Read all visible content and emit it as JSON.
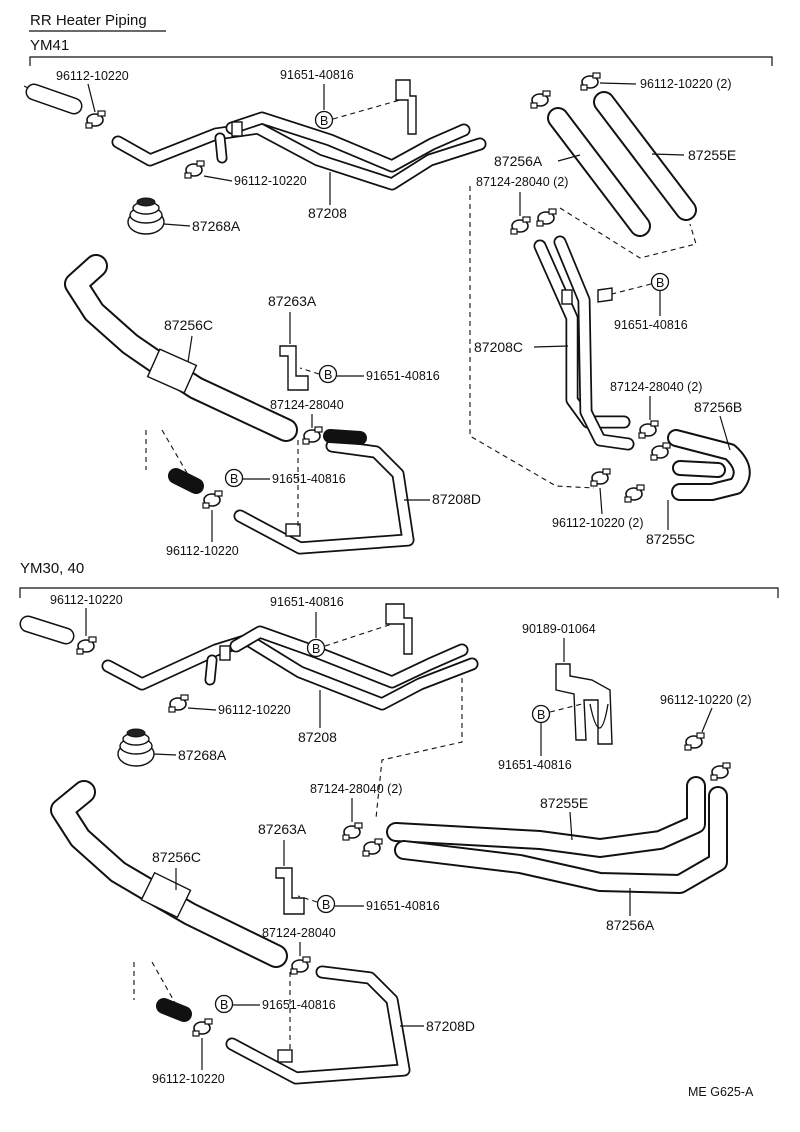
{
  "header": {
    "title": "RR Heater Piping",
    "section_top": "YM41",
    "section_bottom": "YM30, 40"
  },
  "footer": {
    "ref": "ME  G625-A"
  },
  "bolt_letter": "B",
  "top": {
    "labels": {
      "clamp_a": "96112-10220",
      "bolt_a": "91651-40816",
      "clamp_b": "96112-10220 (2)",
      "clamp_c": "96112-10220",
      "pipe_87208": "87208",
      "hose_87256A": "87256A",
      "hose_87255E": "87255E",
      "clamp_87124_2a": "87124-28040 (2)",
      "grommet": "87268A",
      "bracket": "87263A",
      "bolt_b": "91651-40816",
      "hose_87256C": "87256C",
      "clamp_87124": "87124-28040",
      "bolt_c": "91651-40816",
      "pipe_87208D": "87208D",
      "clamp_d": "96112-10220",
      "pipe_87208C": "87208C",
      "bolt_d": "91651-40816",
      "clamp_87124_2b": "87124-28040 (2)",
      "hose_87256B": "87256B",
      "clamp_e": "96112-10220 (2)",
      "hose_87255C": "87255C"
    }
  },
  "bottom": {
    "labels": {
      "clamp_a": "96112-10220",
      "bolt_a": "91651-40816",
      "clamp_c": "96112-10220",
      "pipe_87208": "87208",
      "grommet": "87268A",
      "bracket_90189": "90189-01064",
      "bolt_e": "91651-40816",
      "clamp_b": "96112-10220 (2)",
      "clamp_87124_2": "87124-28040 (2)",
      "hose_87255E": "87255E",
      "hose_87256A": "87256A",
      "bracket": "87263A",
      "hose_87256C": "87256C",
      "bolt_b": "91651-40816",
      "clamp_87124": "87124-28040",
      "bolt_c": "91651-40816",
      "pipe_87208D": "87208D",
      "clamp_d": "96112-10220"
    }
  }
}
